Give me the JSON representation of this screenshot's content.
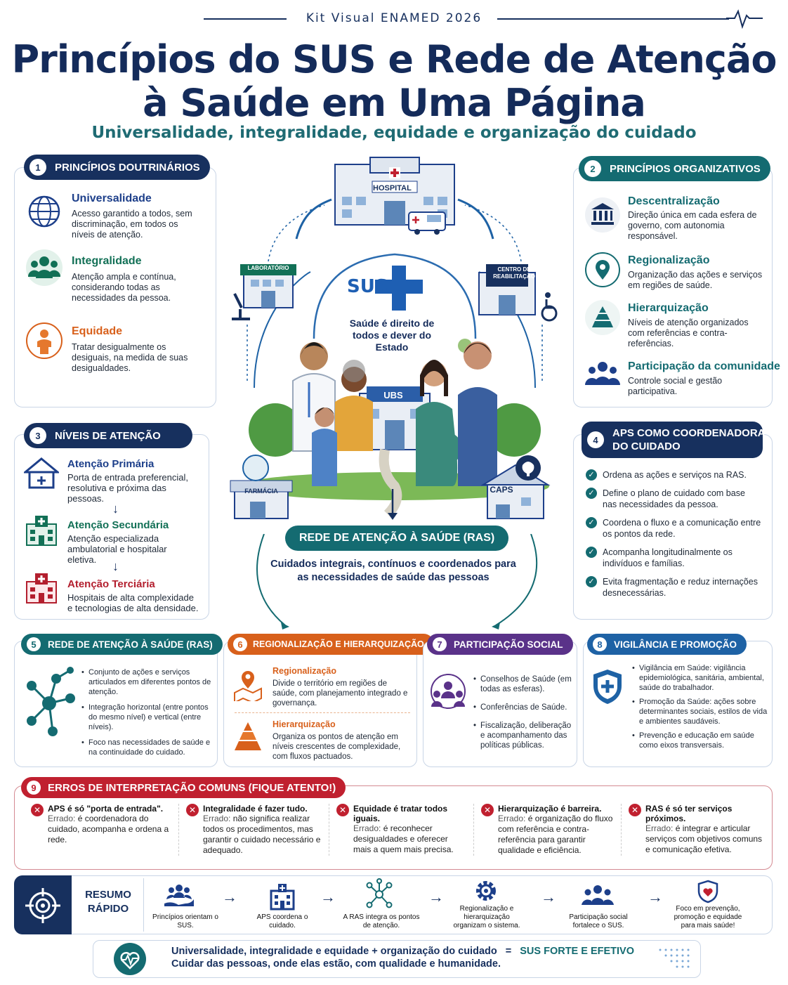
{
  "header": {
    "kit": "Kit Visual ENAMED 2026",
    "title_line1": "Princípios do SUS e Rede de Atenção",
    "title_line2": "à Saúde em Uma Página",
    "subtitle": "Universalidade, integralidade, equidade e organização do cuidado"
  },
  "colors": {
    "navy": "#17305e",
    "teal": "#146b71",
    "green": "#127056",
    "orange": "#d8601b",
    "purple": "#5a3289",
    "blue": "#1e62a5",
    "red": "#c0202f"
  },
  "s1": {
    "num": "1",
    "title": "PRINCÍPIOS DOUTRINÁRIOS",
    "items": [
      {
        "t": "Universalidade",
        "d": "Acesso garantido a todos, sem discriminação, em todos os níveis de atenção.",
        "icon": "globe-icon"
      },
      {
        "t": "Integralidade",
        "d": "Atenção ampla e contínua, considerando todas as necessidades da pessoa.",
        "icon": "people-group-icon"
      },
      {
        "t": "Equidade",
        "d": "Tratar desigualmente os desiguais, na medida de suas desigualdades.",
        "icon": "person-icon"
      }
    ]
  },
  "s2": {
    "num": "2",
    "title": "PRINCÍPIOS ORGANIZATIVOS",
    "items": [
      {
        "t": "Descentralização",
        "d": "Direção única em cada esfera de governo, com autonomia responsável.",
        "icon": "government-building-icon"
      },
      {
        "t": "Regionalização",
        "d": "Organização das ações e serviços em regiões de saúde.",
        "icon": "location-pin-icon"
      },
      {
        "t": "Hierarquização",
        "d": "Níveis de atenção organizados com referências e contra-referências.",
        "icon": "pyramid-icon"
      },
      {
        "t": "Participação da comunidade",
        "d": "Controle social e gestão participativa.",
        "icon": "community-icon"
      }
    ]
  },
  "center": {
    "hospital": "HOSPITAL",
    "lab": "LABORATÓRIO",
    "rehab": "CENTRO DE REABILITAÇÃO",
    "sus": "SUS",
    "motto": "Saúde é direito de todos e dever do Estado",
    "ubs": "UBS",
    "farmacia": "FARMÁCIA",
    "caps": "CAPS",
    "ras_title": "REDE DE ATENÇÃO À SAÚDE (RAS)",
    "ras_desc": "Cuidados integrais, contínuos e coordenados para as necessidades de saúde das pessoas"
  },
  "s3": {
    "num": "3",
    "title": "NÍVEIS DE ATENÇÃO",
    "items": [
      {
        "t": "Atenção Primária",
        "d": "Porta de entrada preferencial, resolutiva e próxima das pessoas.",
        "icon": "house-icon"
      },
      {
        "t": "Atenção Secundária",
        "d": "Atenção especializada ambulatorial e hospitalar eletiva.",
        "icon": "clinic-icon"
      },
      {
        "t": "Atenção Terciária",
        "d": "Hospitais de alta complexidade e tecnologias de alta densidade.",
        "icon": "hospital-icon"
      }
    ]
  },
  "s4": {
    "num": "4",
    "title_l1": "APS COMO COORDENADORA",
    "title_l2": "DO CUIDADO",
    "items": [
      "Ordena as ações e serviços na RAS.",
      "Define o plano de cuidado com base nas necessidades da pessoa.",
      "Coordena o fluxo e a comunicação entre os pontos da rede.",
      "Acompanha longitudinalmente os indivíduos e famílias.",
      "Evita fragmentação e reduz internações desnecessárias."
    ]
  },
  "s5": {
    "num": "5",
    "title": "REDE DE ATENÇÃO À SAÚDE (RAS)",
    "items": [
      "Conjunto de ações e serviços articulados em diferentes pontos de atenção.",
      "Integração horizontal (entre pontos do mesmo nível) e vertical (entre níveis).",
      "Foco nas necessidades de saúde e na continuidade do cuidado."
    ]
  },
  "s6": {
    "num": "6",
    "title": "REGIONALIZAÇÃO E HIERARQUIZAÇÃO",
    "items": [
      {
        "t": "Regionalização",
        "d": "Divide o território em regiões de saúde, com planejamento integrado e governança."
      },
      {
        "t": "Hierarquização",
        "d": "Organiza os pontos de atenção em níveis crescentes de complexidade, com fluxos pactuados."
      }
    ]
  },
  "s7": {
    "num": "7",
    "title": "PARTICIPAÇÃO SOCIAL",
    "items": [
      "Conselhos de Saúde (em todas as esferas).",
      "Conferências de Saúde.",
      "Fiscalização, deliberação e acompanhamento das políticas públicas."
    ]
  },
  "s8": {
    "num": "8",
    "title": "VIGILÂNCIA E PROMOÇÃO",
    "items": [
      "Vigilância em Saúde: vigilância epidemiológica, sanitária, ambiental, saúde do trabalhador.",
      "Promoção da Saúde: ações sobre determinantes sociais, estilos de vida e ambientes saudáveis.",
      "Prevenção e educação em saúde como eixos transversais."
    ]
  },
  "s9": {
    "num": "9",
    "title": "ERROS DE INTERPRETAÇÃO COMUNS (FIQUE ATENTO!)",
    "items": [
      {
        "h": "APS é só \"porta de entrada\".",
        "e": "Errado:",
        "d": "é coordenadora do cuidado, acompanha e ordena a rede."
      },
      {
        "h": "Integralidade é fazer tudo.",
        "e": "Errado:",
        "d": "não significa realizar todos os procedimentos, mas garantir o cuidado necessário e adequado."
      },
      {
        "h": "Equidade é tratar todos iguais.",
        "e": "Errado:",
        "d": "é reconhecer desigualdades e oferecer mais a quem mais precisa."
      },
      {
        "h": "Hierarquização é barreira.",
        "e": "Errado:",
        "d": "é organização do fluxo com referência e contra-referência para garantir qualidade e eficiência."
      },
      {
        "h": "RAS é só ter serviços próximos.",
        "e": "Errado:",
        "d": "é integrar e articular serviços com objetivos comuns e comunicação efetiva."
      }
    ]
  },
  "resumo": {
    "label_l1": "RESUMO",
    "label_l2": "RÁPIDO",
    "steps": [
      {
        "t": "Princípios orientam o SUS.",
        "icon": "hands-people-icon"
      },
      {
        "t": "APS coordena o cuidado.",
        "icon": "building-icon"
      },
      {
        "t": "A RAS integra os pontos de atenção.",
        "icon": "network-icon"
      },
      {
        "t": "Regionalização e hierarquização organizam o sistema.",
        "icon": "gear-icon"
      },
      {
        "t": "Participação social fortalece o SUS.",
        "icon": "community-icon"
      },
      {
        "t": "Foco em prevenção, promoção e equidade para mais saúde!",
        "icon": "heart-shield-icon"
      }
    ]
  },
  "footer": {
    "l1a": "Universalidade, integralidade e equidade + organização do cuidado",
    "eq": "=",
    "l1b": "SUS FORTE E EFETIVO",
    "l2": "Cuidar das pessoas, onde elas estão, com qualidade e humanidade."
  }
}
